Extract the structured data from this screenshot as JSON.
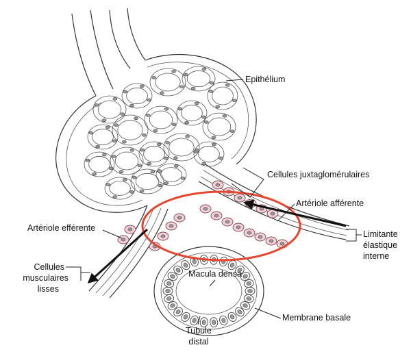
{
  "labels": {
    "epithelium": "Epithélium",
    "juxta": "Cellules juxtaglomérulaires",
    "afferent": "Artériole afférente",
    "efferent": "Artériole efférente",
    "limitante_1": "Limitante",
    "limitante_2": "élastique",
    "limitante_3": "interne",
    "muscle_1": "Cellules",
    "muscle_2": "musculaires",
    "muscle_3": "lisses",
    "macula": "Macula densa",
    "membrane": "Membrane basale",
    "tubule_1": "Tubule",
    "tubule_2": "distal"
  },
  "colors": {
    "juxtaglomerular_cells": "#f4cfd6",
    "highlight_ellipse": "#e8452e",
    "arrows": "#111111"
  }
}
